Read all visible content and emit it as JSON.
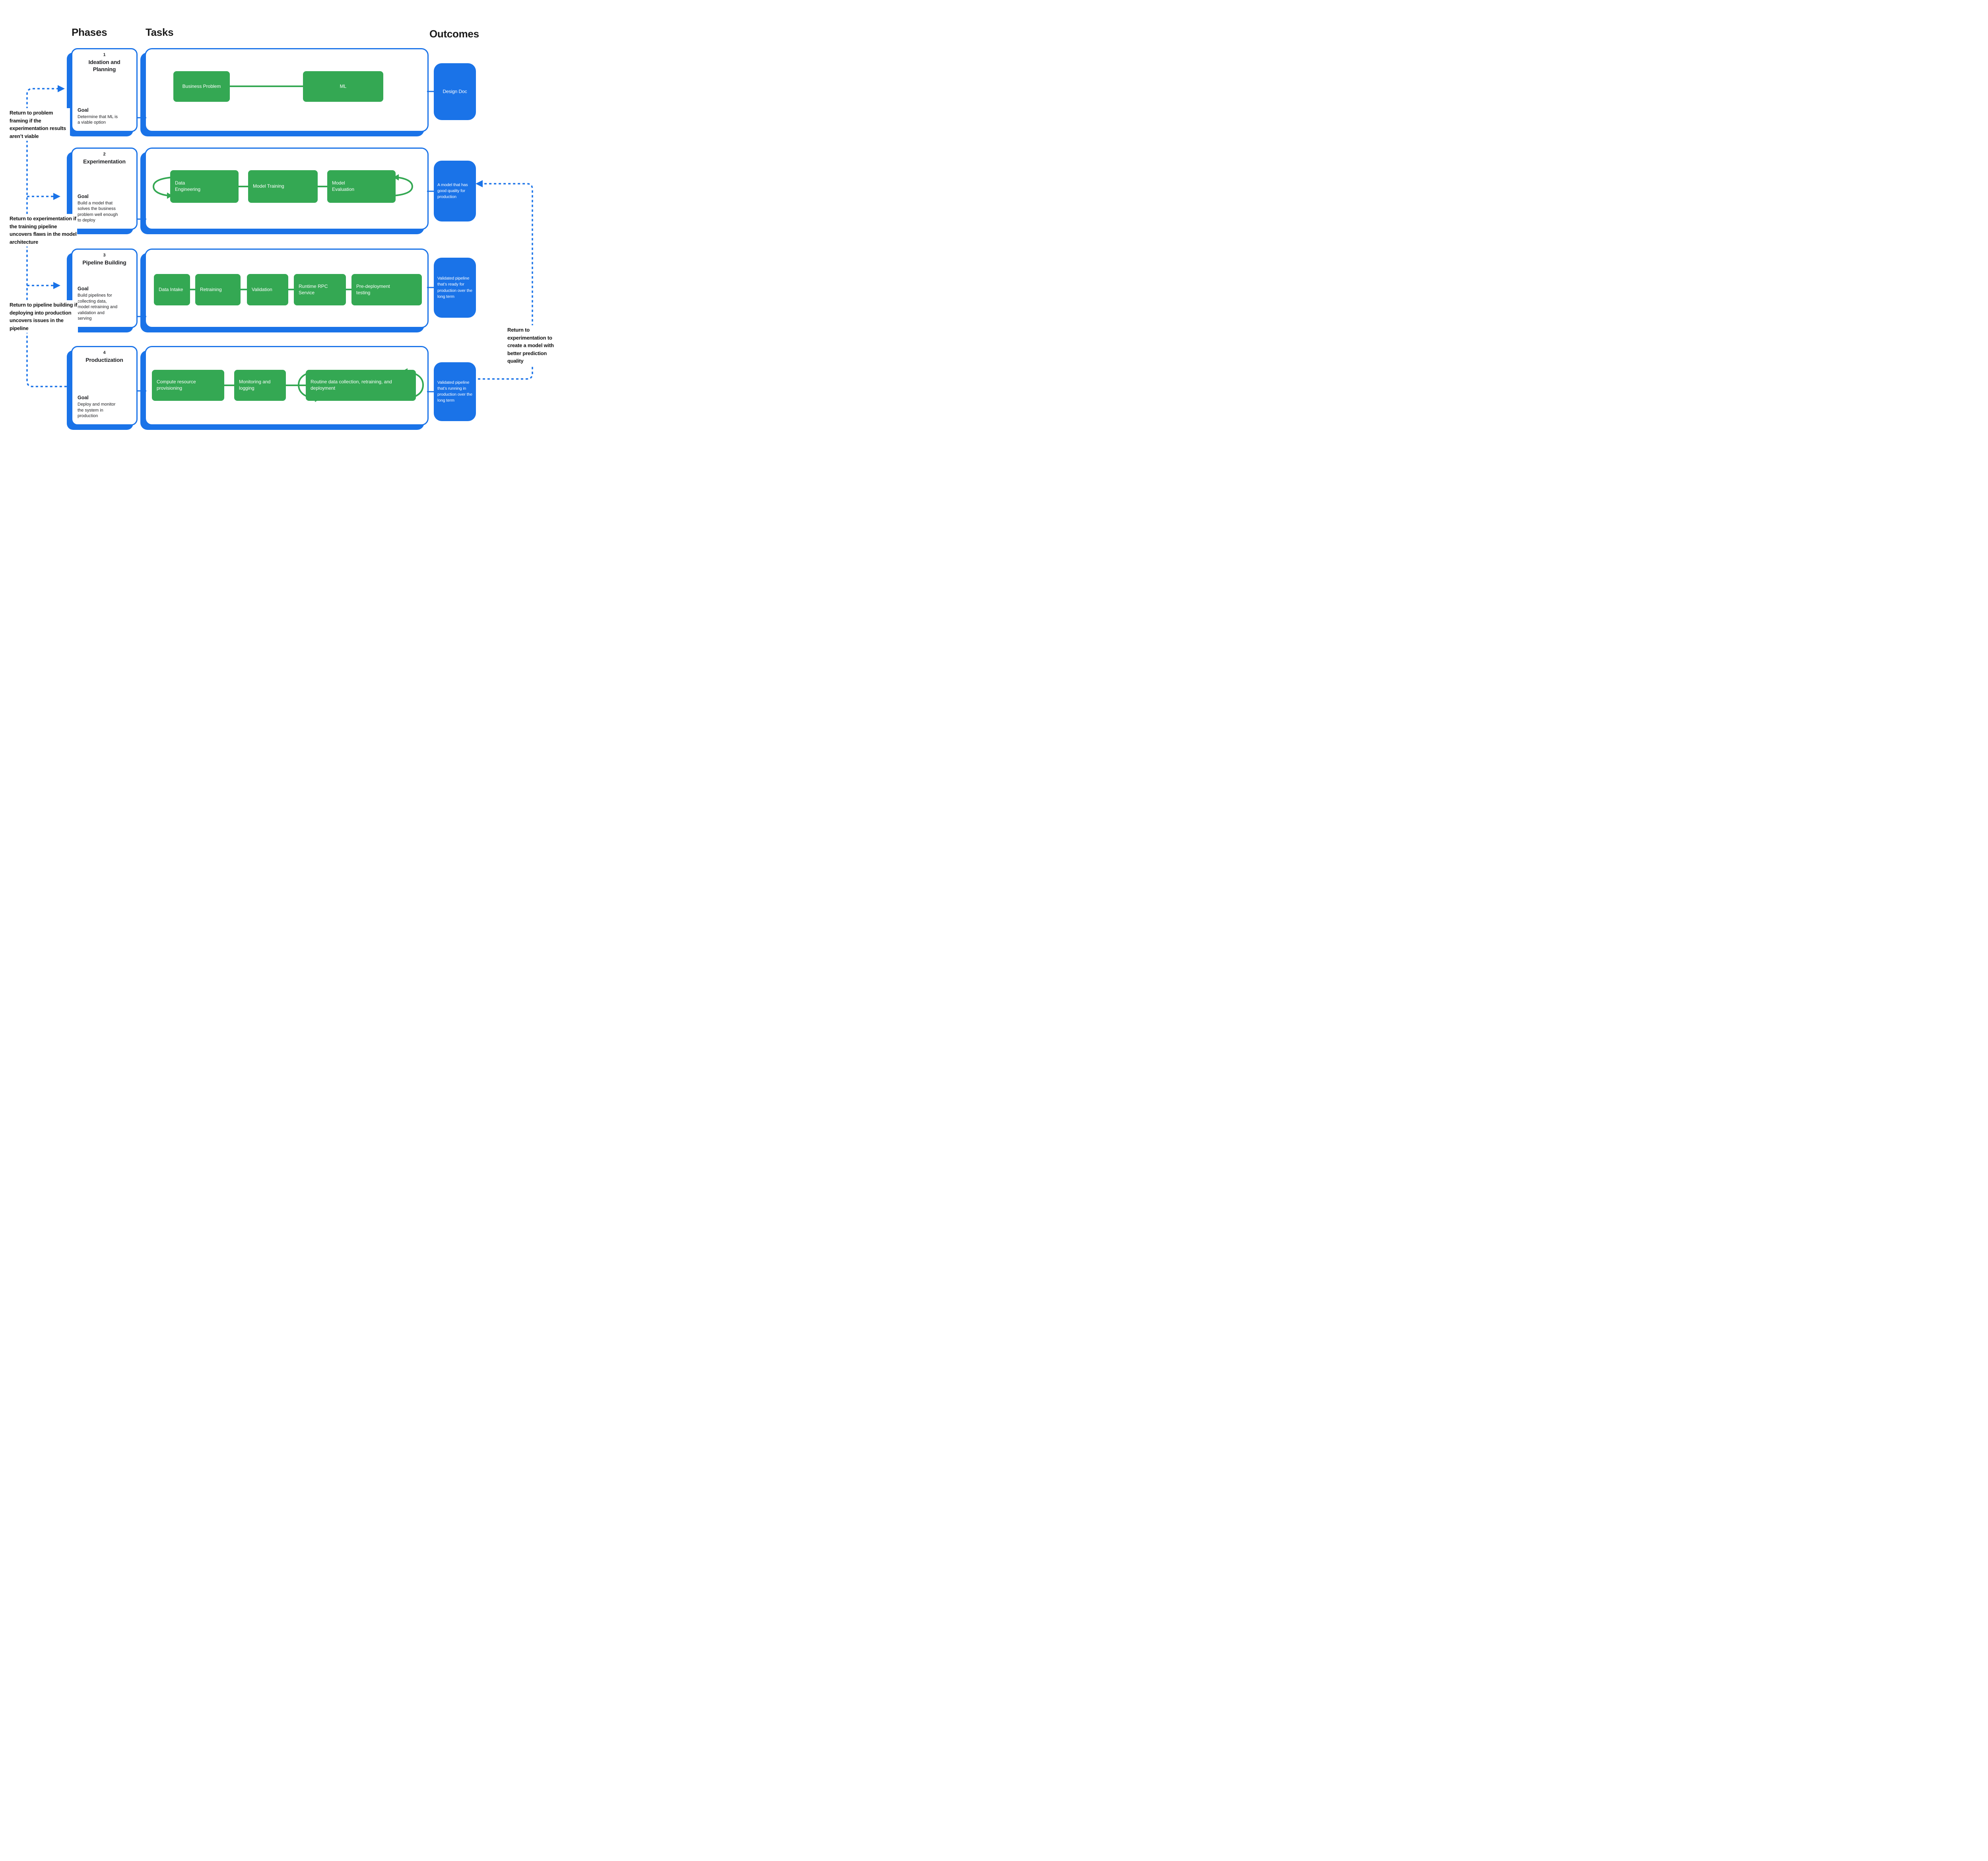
{
  "header": {
    "phases": "Phases",
    "tasks": "Tasks",
    "outcomes": "Outcomes"
  },
  "colors": {
    "green": "#34A853",
    "blue": "#1A73E8",
    "text": "#202124"
  },
  "phases": [
    {
      "number": "1",
      "title": "Ideation and Planning",
      "goal_label": "Goal",
      "goal": "Determine that ML is a viable option",
      "tasks": [
        "Business Problem",
        "ML"
      ],
      "outcome": "Design Doc"
    },
    {
      "number": "2",
      "title": "Experimentation",
      "goal_label": "Goal",
      "goal": "Build a model that solves the business problem well enough to deploy",
      "tasks": [
        "Data Engineering",
        "Model Training",
        "Model Evaluation"
      ],
      "outcome": "A model that has good quality for production"
    },
    {
      "number": "3",
      "title": "Pipeline Building",
      "goal_label": "Goal",
      "goal": "Build pipelines for collecting data, model retraining and validation and serving",
      "tasks": [
        "Data Intake",
        "Retraining",
        "Validation",
        "Runtime RPC Service",
        "Pre-deployment testing"
      ],
      "outcome": "Validated pipeline that’s ready for production over the long term"
    },
    {
      "number": "4",
      "title": "Productization",
      "goal_label": "Goal",
      "goal": "Deploy and monitor the system in production",
      "tasks": [
        "Compute resource provisioning",
        "Monitoring and logging",
        "Routine data collection, retraining, and deployment"
      ],
      "outcome": "Validated pipeline that’s running in production over the long term"
    }
  ],
  "annotations": {
    "left": [
      "Return to problem framing if the experimentation results aren’t viable",
      "Return to experimentation if the training pipeline uncovers flaws in the model architecture",
      "Return to pipeline building if deploying into production uncovers issues in the pipeline"
    ],
    "right": "Return to experimentation to create a model with better prediction quality"
  }
}
